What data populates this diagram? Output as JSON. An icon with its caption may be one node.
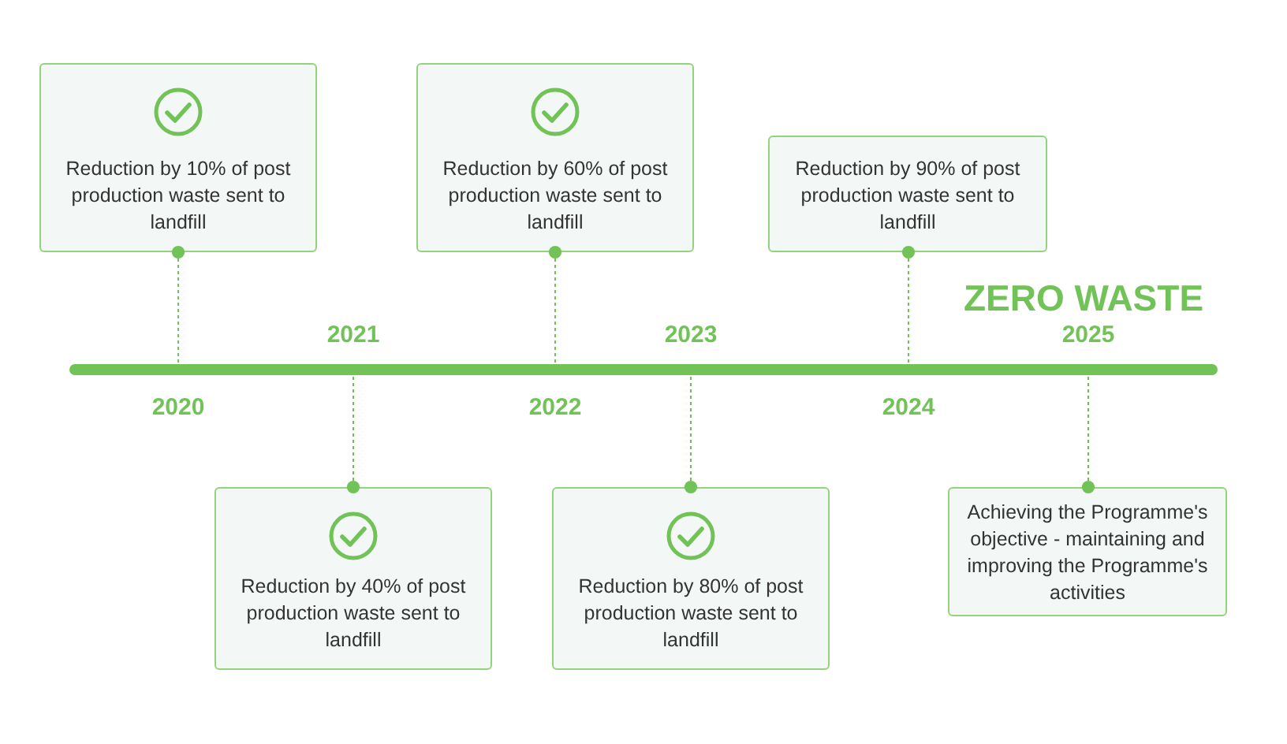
{
  "diagram": {
    "nodes": [
      {
        "text": [
          "Reduction by 10% of post production waste sent to landfill"
        ]
      },
      {
        "text": [
          "Reduction by 60% of post production waste sent to landfill"
        ]
      },
      {
        "text": [
          "Reduction by 90% of post production waste sent to landfill"
        ]
      },
      {
        "text": [],
        "shape": "bar"
      },
      {
        "text": [
          "Reduction by 40% of post production waste sent to landfill"
        ]
      },
      {
        "text": [
          "Reduction by 80% of post production waste sent to landfill"
        ]
      },
      {
        "text": [
          "Achieving the Programme's objective - maintaining and improving the Programme's activities"
        ]
      }
    ],
    "edges": [
      {
        "from": 0,
        "to": 3,
        "arrow": "other",
        "style": "dashed"
      },
      {
        "from": 1,
        "to": 3,
        "arrow": "other",
        "style": "dashed"
      },
      {
        "from": 2,
        "to": 3,
        "arrow": "other",
        "style": "dashed"
      },
      {
        "from": 4,
        "to": 3,
        "arrow": "other",
        "style": "dashed"
      },
      {
        "from": 5,
        "to": 3,
        "arrow": "other",
        "style": "dashed"
      },
      {
        "from": 6,
        "to": 3,
        "arrow": "other",
        "style": "dashed"
      }
    ],
    "labels": [
      "ZERO WASTE",
      "2021",
      "2023",
      "2025",
      "2020",
      "2022",
      "2024"
    ]
  }
}
